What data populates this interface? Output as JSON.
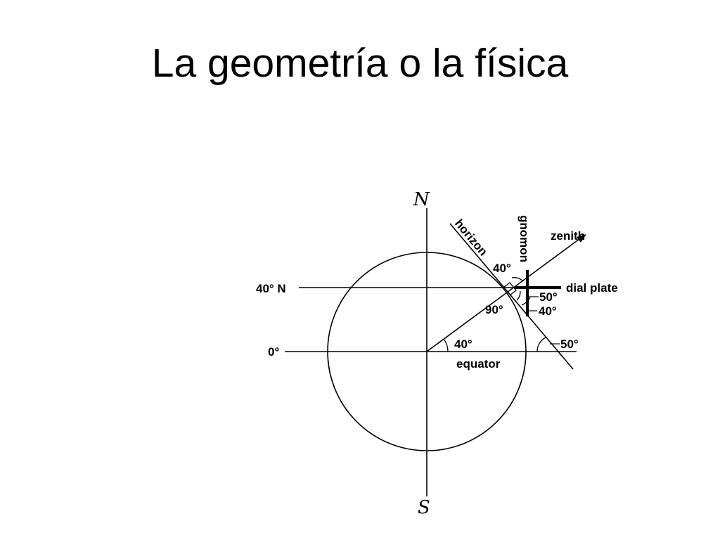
{
  "slide": {
    "title": "La geometría o la física"
  },
  "diagram": {
    "north": "N",
    "south": "S",
    "latitude_40": "40° N",
    "latitude_0": "0°",
    "horizon": "horizon",
    "gnomon": "gnomon",
    "zenith": "zenith",
    "dial_plate": "dial plate",
    "equator": "equator",
    "angle_center": "40°",
    "angle_top": "40°",
    "angle_right_1": "50°",
    "angle_right_2": "40°",
    "angle_right_3": "50°",
    "angle_90": "90°",
    "line_color": "#000000",
    "background": "#ffffff"
  }
}
